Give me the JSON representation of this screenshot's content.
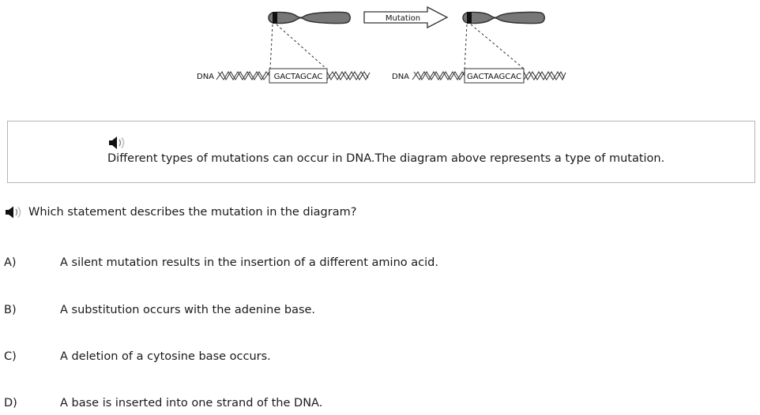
{
  "diagram": {
    "arrow_label": "Mutation",
    "dna_label": "DNA",
    "original_sequence": "GACTAGCAC",
    "mutated_sequence": "GACTAAGCAC"
  },
  "passage": {
    "text": "Different types of mutations can occur in DNA.The diagram above represents a type of mutation."
  },
  "question": {
    "text": "Which statement describes the mutation in the diagram?"
  },
  "choices": [
    {
      "letter": "A)",
      "text": "A silent mutation results in the insertion of a different amino acid."
    },
    {
      "letter": "B)",
      "text": "A substitution occurs with the adenine base."
    },
    {
      "letter": "C)",
      "text": "A deletion of a cytosine base occurs."
    },
    {
      "letter": "D)",
      "text": "A base is inserted into one strand of the DNA."
    }
  ],
  "icons": {
    "audio": "speaker-icon",
    "chromosome": "chromosome-icon",
    "arrow": "arrow-right-icon"
  }
}
